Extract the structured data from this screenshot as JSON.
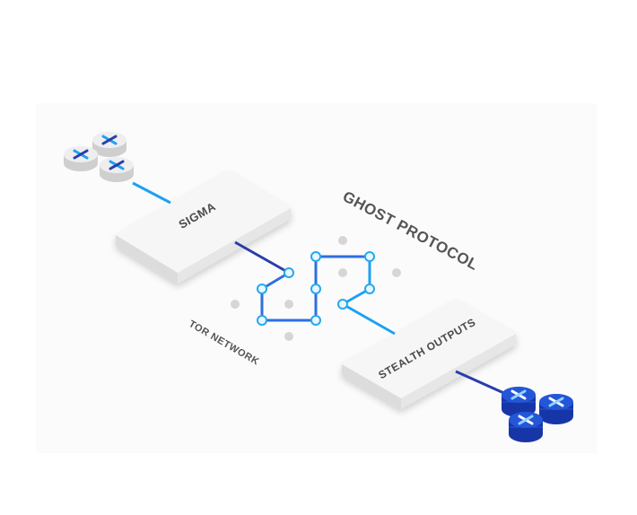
{
  "labels": {
    "sigma": "SIGMA",
    "stealth_outputs": "STEALTH OUTPUTS",
    "ghost_protocol": "GHOST PROTOCOL",
    "tor_network": "TOR NETWORK"
  },
  "colors": {
    "light_blue": "#1da1f2",
    "mid_blue": "#2f6fe0",
    "dark_blue": "#2a3dab",
    "node_fill": "#e9f7ff",
    "node_stroke": "#23a8f0",
    "dot": "#d6d6d6",
    "slab_top": "#f6f6f6",
    "slab_side": "#dcdcdc",
    "text_dark": "#4a4a4a",
    "coin_grey_top": "#eeeeee",
    "coin_grey_side": "#cfcfcf",
    "coin_blue_top": "#2456d8",
    "coin_blue_side": "#1636a8"
  },
  "icons": {
    "coin_symbol": "x-cross-coin-icon"
  }
}
